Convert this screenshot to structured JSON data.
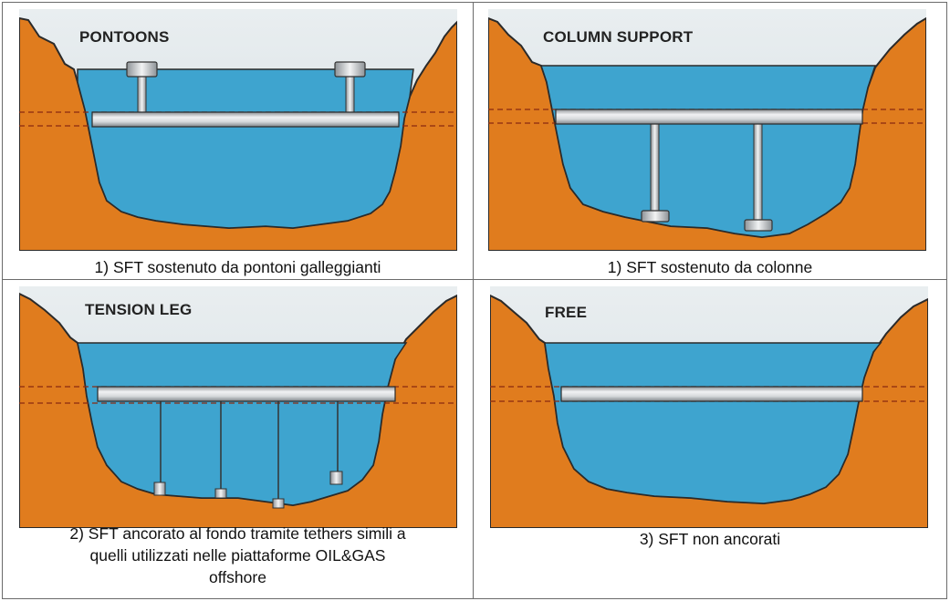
{
  "panels": [
    {
      "title": "PONTOONS",
      "caption": [
        "1) SFT sostenuto da pontoni galleggianti"
      ]
    },
    {
      "title": "COLUMN SUPPORT",
      "caption": [
        "1)  SFT sostenuto da colonne"
      ]
    },
    {
      "title": "TENSION LEG",
      "caption": [
        "2)  SFT ancorato al fondo tramite tethers simili a",
        "quelli utilizzati nelle piattaforme OIL&GAS",
        "offshore"
      ]
    },
    {
      "title": "FREE",
      "caption": [
        "3)  SFT non ancorati"
      ]
    }
  ],
  "colors": {
    "terrain": "#e07c1e",
    "water": "#3ea4cf",
    "sky": "#dfe6ea",
    "tube": "#c9cccf",
    "outline": "#2a2a2a"
  }
}
